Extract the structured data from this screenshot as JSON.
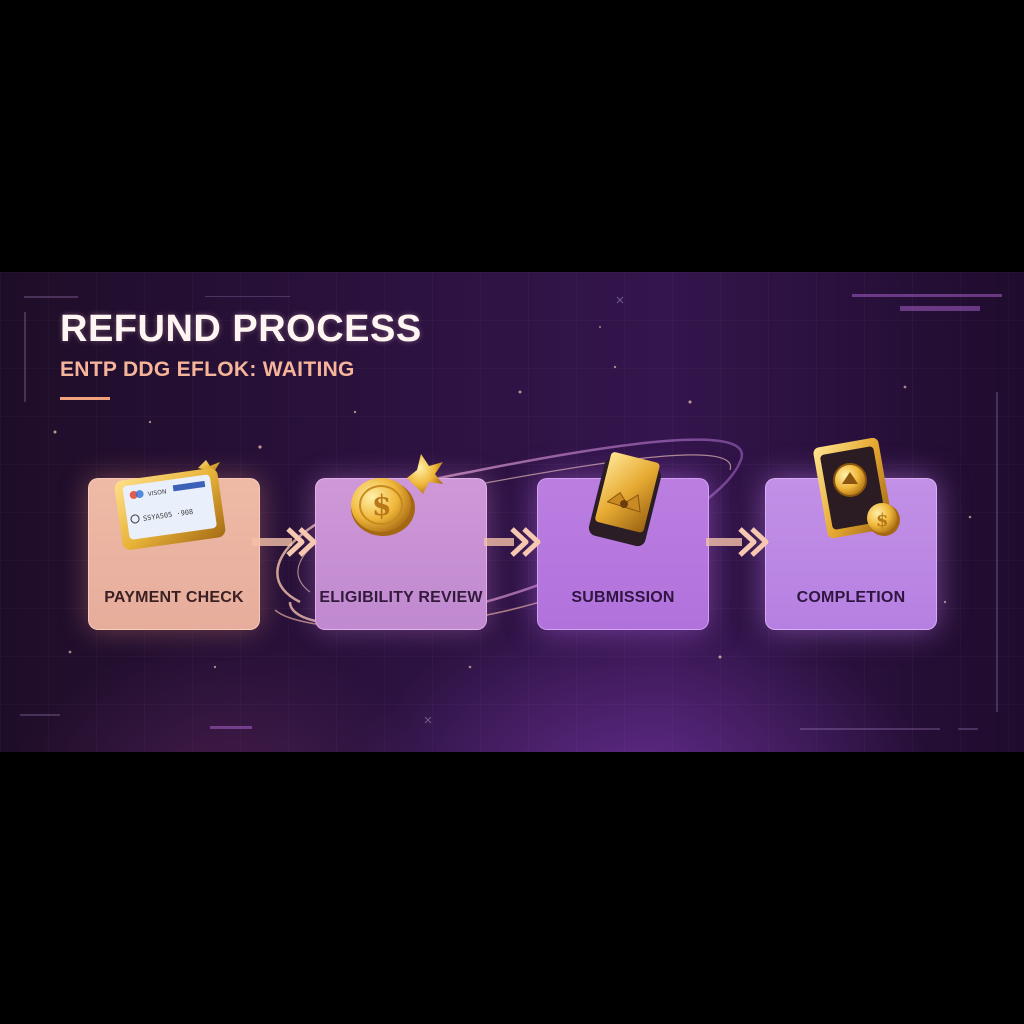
{
  "header": {
    "title": "REFUND PROCESS",
    "subtitle": "ENTP DDG EFLOK: WAITING"
  },
  "steps": [
    {
      "label": "PAYMENT CHECK",
      "icon": "credit-card-icon"
    },
    {
      "label": "ELIGIBILITY REVIEW",
      "icon": "dollar-coin-icon"
    },
    {
      "label": "SUBMISSION",
      "icon": "gold-ticket-icon"
    },
    {
      "label": "COMPLETION",
      "icon": "cash-and-coin-icon"
    }
  ],
  "card_text": {
    "brand": "VISON",
    "number": "SSYA505 ·908"
  },
  "colors": {
    "background": "#2c1240",
    "title": "#fff5f2",
    "subtitle": "#f6b49a",
    "arrow": "#f4c0a8",
    "gold": "#e8b339"
  }
}
